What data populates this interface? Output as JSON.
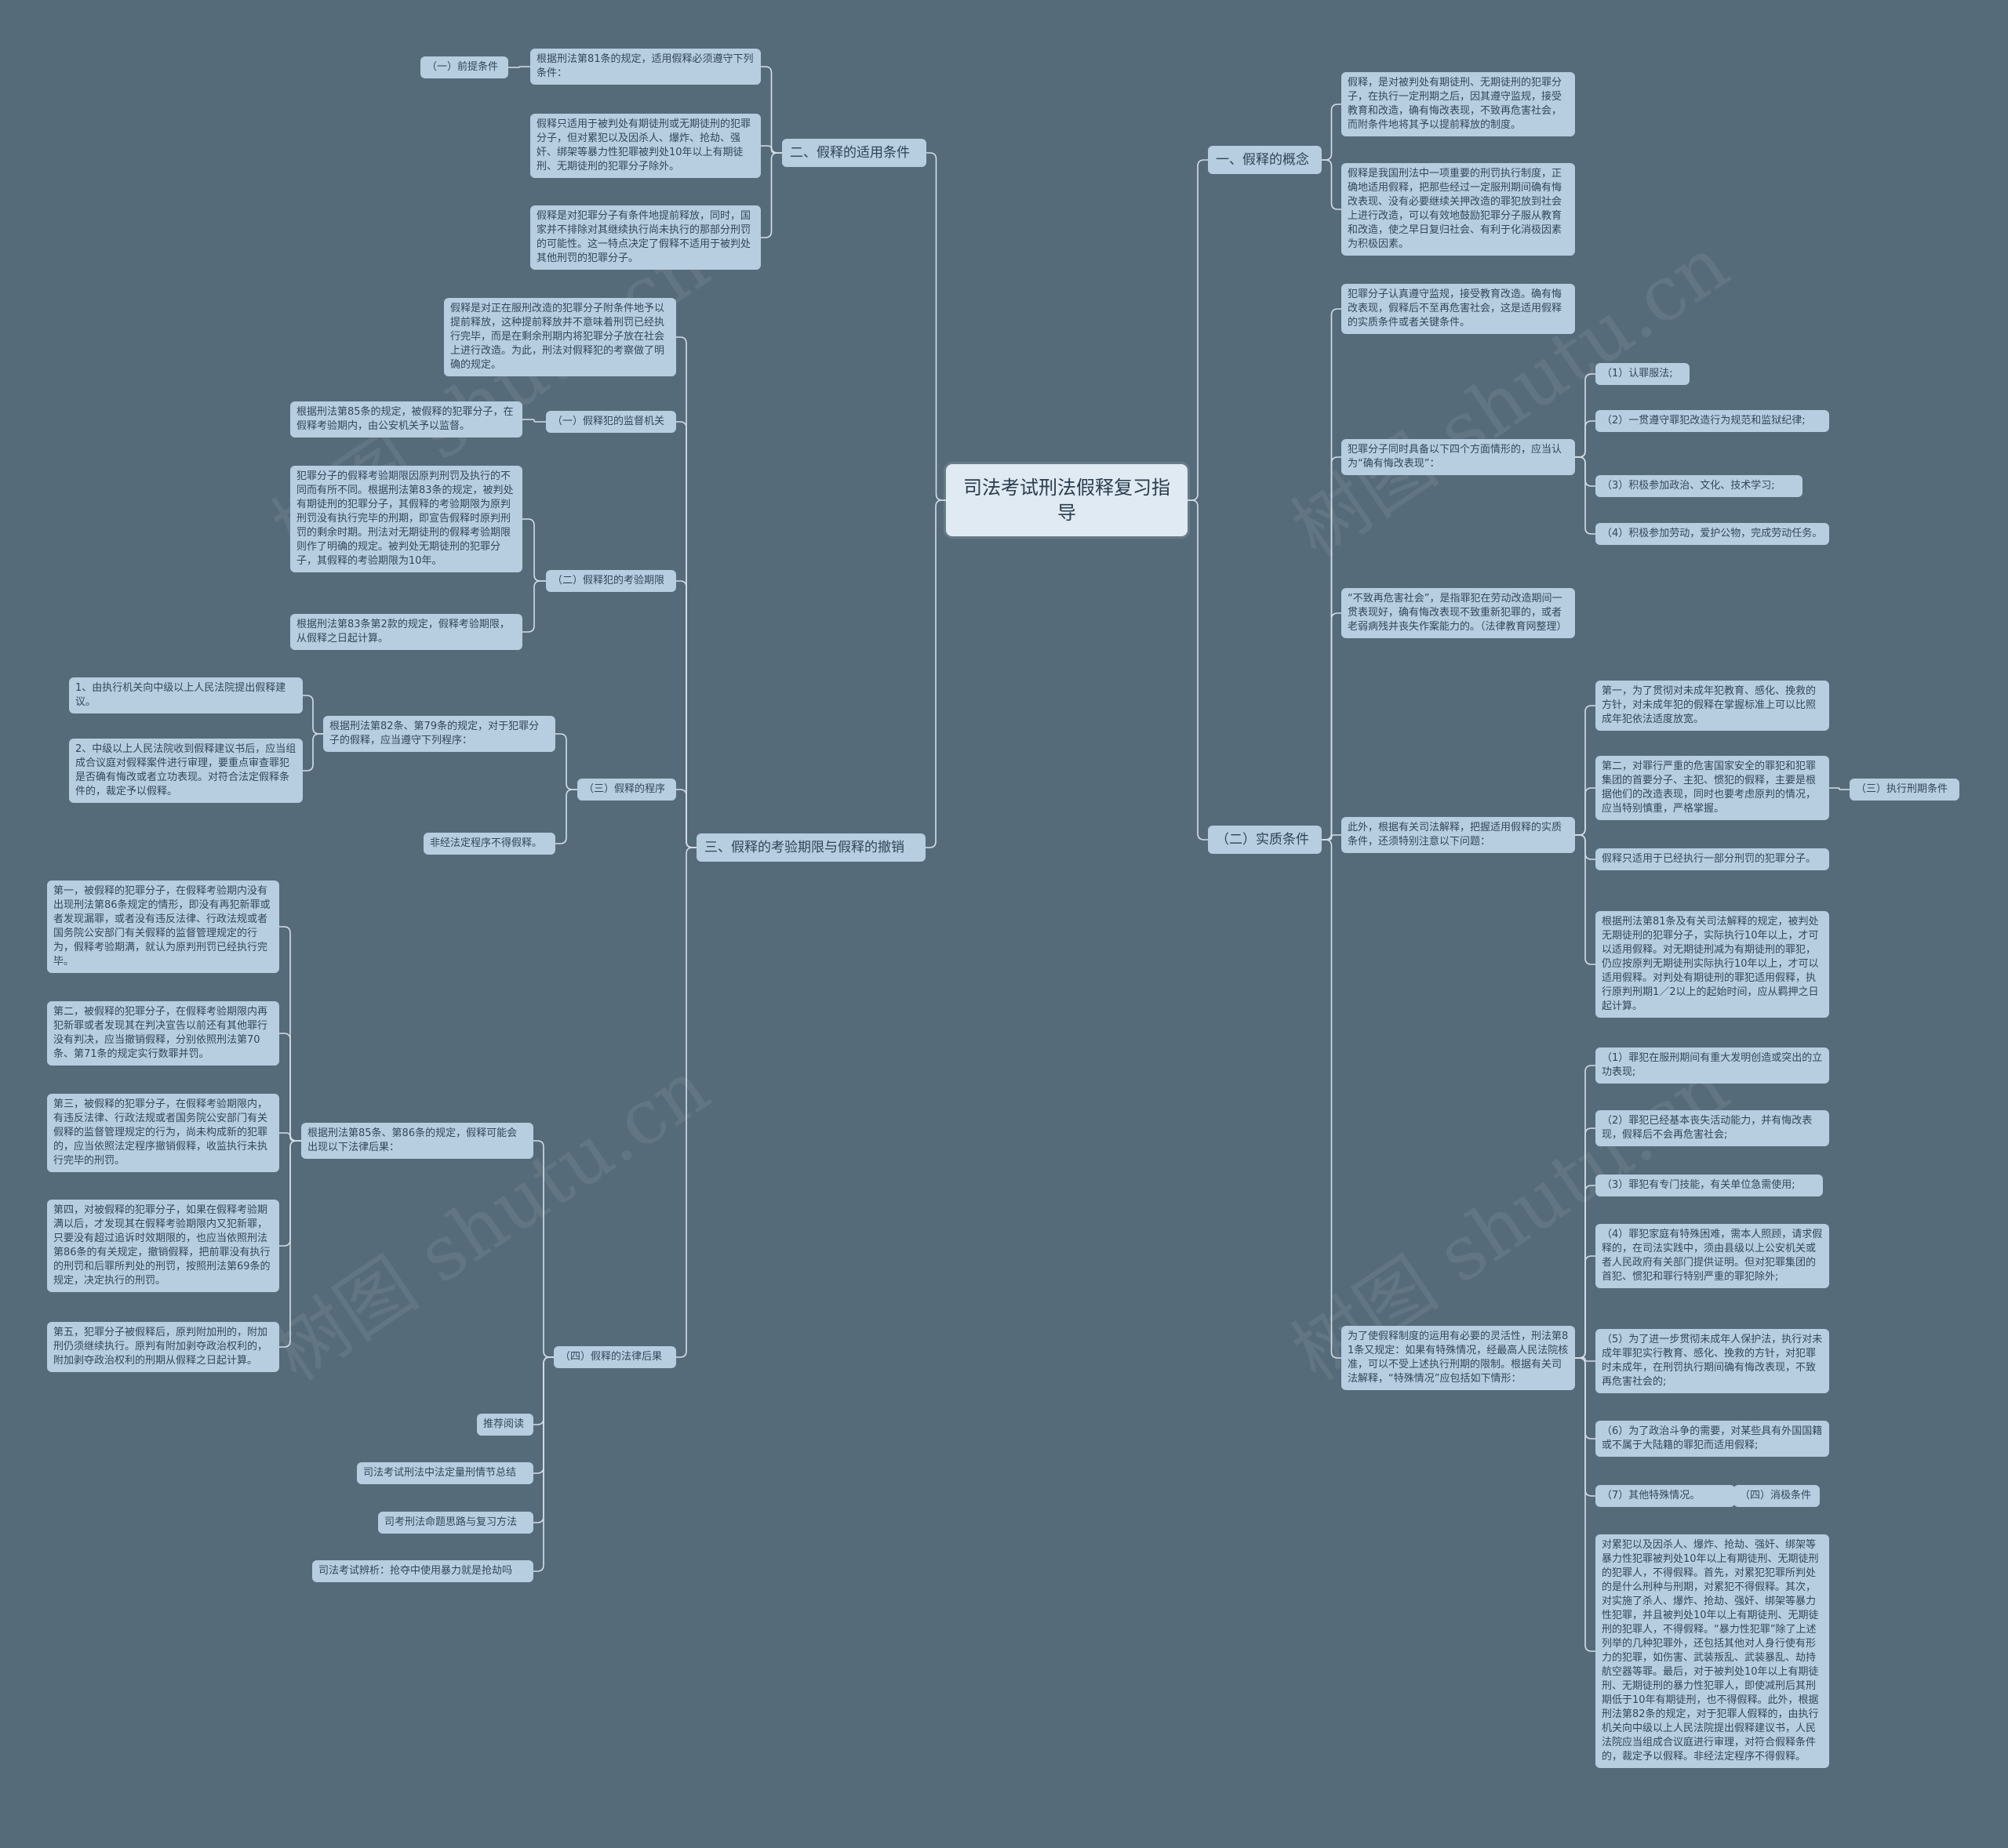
{
  "colors": {
    "background": "#566b7a",
    "node": "#b7cde0",
    "root": "#dfeaf3",
    "line": "#d3dee7",
    "text": "#33475a"
  },
  "watermark": "树图 shutu.cn",
  "root": "司法考试刑法假释复习指导",
  "b1": {
    "title": "一、假释的概念",
    "t1": "假释，是对被判处有期徒刑、无期徒刑的犯罪分子，在执行一定刑期之后，因其遵守监规，接受教育和改造，确有悔改表现，不致再危害社会，而附条件地将其予以提前释放的制度。",
    "t2": "假释是我国刑法中一项重要的刑罚执行制度，正确地适用假释，把那些经过一定服刑期间确有悔改表现、没有必要继续关押改造的罪犯放到社会上进行改造，可以有效地鼓励犯罪分子服从教育和改造，使之早日复归社会、有利于化消极因素为积极因素。"
  },
  "b2": {
    "title": "（二）实质条件",
    "c1": "犯罪分子认真遵守监规，接受教育改造。确有悔改表现，假释后不至再危害社会，这是适用假释的实质条件或者关键条件。",
    "c2": "犯罪分子同时具备以下四个方面情形的，应当认为“确有悔改表现”：",
    "c2_items": [
      "（1）认罪服法;",
      "（2）一贯遵守罪犯改造行为规范和监狱纪律;",
      "（3）积极参加政治、文化、技术学习;",
      "（4）积极参加劳动，爱护公物，完成劳动任务。"
    ],
    "c3": "“不致再危害社会”，是指罪犯在劳动改造期间一贯表现好，确有悔改表现不致重新犯罪的，或者老弱病残并丧失作案能力的。（法律教育网整理）",
    "c4": "此外，根据有关司法解释，把握适用假释的实质条件，还须特别注意以下问题：",
    "c4_items": [
      "第一，为了贯彻对未成年犯教育、感化、挽救的方针，对未成年犯的假释在掌握标准上可以比照成年犯依法适度放宽。",
      "第二，对罪行严重的危害国家安全的罪犯和犯罪集团的首要分子、主犯、惯犯的假释，主要是根据他们的改造表现，同时也要考虑原判的情况，应当特别慎重，严格掌握。"
    ],
    "exec_label": "（三）执行刑期条件",
    "c5": "假释只适用于已经执行一部分刑罚的犯罪分子。",
    "c6": "根据刑法第81条及有关司法解释的规定，被判处无期徒刑的犯罪分子，实际执行10年以上，才可以适用假释。对无期徒刑减为有期徒刑的罪犯，仍应按原判无期徒刑实际执行10年以上，才可以适用假释。对判处有期徒刑的罪犯适用假释，执行原判刑期1／2以上的起始时间，应从羁押之日起计算。",
    "c7": "为了使假释制度的运用有必要的灵活性，刑法第81条又规定：如果有特殊情况，经最高人民法院核准，可以不受上述执行刑期的限制。根据有关司法解释，“特殊情况”应包括如下情形：",
    "c7_items": [
      "（1）罪犯在服刑期间有重大发明创造或突出的立功表现;",
      "（2）罪犯已经基本丧失活动能力，并有悔改表现，假释后不会再危害社会;",
      "（3）罪犯有专门技能，有关单位急需使用;",
      "（4）罪犯家庭有特殊困难，需本人照顾，请求假释的，在司法实践中，须由县级以上公安机关或者人民政府有关部门提供证明。但对犯罪集团的首犯、惯犯和罪行特别严重的罪犯除外;",
      "（5）为了进一步贯彻未成年人保护法，执行对未成年罪犯实行教育、感化、挽救的方针，对犯罪时未成年，在刑罚执行期间确有悔改表现，不致再危害社会的;",
      "（6）为了政治斗争的需要，对某些具有外国国籍或不属于大陆籍的罪犯而适用假释;",
      "（7）其他特殊情况。"
    ],
    "neg_label": "（四）消极条件",
    "neg": "对累犯以及因杀人、爆炸、抢劫、强奸、绑架等暴力性犯罪被判处10年以上有期徒刑、无期徒刑的犯罪人，不得假释。首先，对累犯犯罪所判处的是什么刑种与刑期，对累犯不得假释。其次，对实施了杀人、爆炸、抢劫、强奸、绑架等暴力性犯罪，并且被判处10年以上有期徒刑、无期徒刑的犯罪人，不得假释。“暴力性犯罪”除了上述列举的几种犯罪外，还包括其他对人身行使有形力的犯罪，如伤害、武装叛乱、武装暴乱、劫持航空器等罪。最后，对于被判处10年以上有期徒刑、无期徒刑的暴力性犯罪人，即使减刑后其刑期低于10年有期徒刑，也不得假释。此外，根据刑法第82条的规定，对于犯罪人假释的，由执行机关向中级以上人民法院提出假释建议书，人民法院应当组成合议庭进行审理，对符合假释条件的，裁定予以假释。非经法定程序不得假释。"
  },
  "b3": {
    "title": "二、假释的适用条件",
    "pre_label": "（一）前提条件",
    "t1": "根据刑法第81条的规定，适用假释必须遵守下列条件：",
    "t2": "假释只适用于被判处有期徒刑或无期徒刑的犯罪分子，但对累犯以及因杀人、爆炸、抢劫、强奸、绑架等暴力性犯罪被判处10年以上有期徒刑、无期徒刑的犯罪分子除外。",
    "t3": "假释是对犯罪分子有条件地提前释放，同时，国家并不排除对其继续执行尚未执行的那部分刑罚的可能性。这一特点决定了假释不适用于被判处其他刑罚的犯罪分子。"
  },
  "b4": {
    "title": "三、假释的考验期限与假释的撤销",
    "intro": "假释是对正在服刑改造的犯罪分子附条件地予以提前释放，这种提前释放并不意味着刑罚已经执行完毕，而是在剩余刑期内将犯罪分子放在社会上进行改造。为此，刑法对假释犯的考察做了明确的规定。",
    "s1_label": "（一）假释犯的监督机关",
    "s1": "根据刑法第85条的规定，被假释的犯罪分子，在假释考验期内，由公安机关予以监督。",
    "s2_label": "（二）假释犯的考验期限",
    "s2a": "犯罪分子的假释考验期限因原判刑罚及执行的不同而有所不同。根据刑法第83条的规定，被判处有期徒刑的犯罪分子，其假释的考验期限为原判刑罚没有执行完毕的刑期，即宣告假释时原判刑罚的剩余时期。刑法对无期徒刑的假释考验期限则作了明确的规定。被判处无期徒刑的犯罪分子，其假释的考验期限为10年。",
    "s2b": "根据刑法第83条第2款的规定，假释考验期限，从假释之日起计算。",
    "s3_label": "（三）假释的程序",
    "s3": "根据刑法第82条、第79条的规定，对于犯罪分子的假释，应当遵守下列程序：",
    "s3_items": [
      "1、由执行机关向中级以上人民法院提出假释建议。",
      "2、中级以上人民法院收到假释建议书后，应当组成合议庭对假释案件进行审理，要重点审查罪犯是否确有悔改或者立功表现。对符合法定假释条件的，裁定予以假释。"
    ],
    "s3b": "非经法定程序不得假释。",
    "s4_label": "（四）假释的法律后果",
    "s4": "根据刑法第85条、第86条的规定，假释可能会出现以下法律后果：",
    "s4_items": [
      "第一，被假释的犯罪分子，在假释考验期内没有出现刑法第86条规定的情形，即没有再犯新罪或者发现漏罪，或者没有违反法律、行政法规或者国务院公安部门有关假释的监督管理规定的行为，假释考验期满，就认为原判刑罚已经执行完毕。",
      "第二，被假释的犯罪分子，在假释考验期限内再犯新罪或者发现其在判决宣告以前还有其他罪行没有判决，应当撤销假释，分别依照刑法第70条、第71条的规定实行数罪并罚。",
      "第三，被假释的犯罪分子，在假释考验期限内，有违反法律、行政法规或者国务院公安部门有关假释的监督管理规定的行为，尚未构成新的犯罪的，应当依照法定程序撤销假释，收监执行未执行完毕的刑罚。",
      "第四，对被假释的犯罪分子，如果在假释考验期满以后，才发现其在假释考验期限内又犯新罪，只要没有超过追诉时效期限的，也应当依照刑法第86条的有关规定，撤销假释，把前罪没有执行的刑罚和后罪所判处的刑罚，按照刑法第69条的规定，决定执行的刑罚。",
      "第五，犯罪分子被假释后，原判附加刑的，附加刑仍须继续执行。原判有附加剥夺政治权利的，附加剥夺政治权利的刑期从假释之日起计算。"
    ],
    "links": [
      "推荐阅读",
      "司法考试刑法中法定量刑情节总结",
      "司考刑法命题思路与复习方法",
      "司法考试辨析：抢夺中使用暴力就是抢劫吗"
    ]
  }
}
